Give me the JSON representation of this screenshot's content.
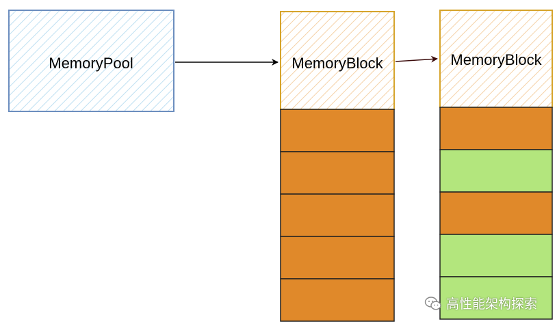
{
  "pool": {
    "label": "MemoryPool",
    "border": "#6c8ebf",
    "hatch": "#bfe0f2"
  },
  "blocks": [
    {
      "label": "MemoryBlock",
      "border": "#d6a42b",
      "hatch": "#f5d2a8",
      "slots": [
        "used",
        "used",
        "used",
        "used",
        "used"
      ]
    },
    {
      "label": "MemoryBlock",
      "border": "#d6a42b",
      "hatch": "#f5d2a8",
      "slots": [
        "used",
        "free",
        "used",
        "free",
        "free"
      ]
    }
  ],
  "colors": {
    "used": "#e0892a",
    "free": "#b3e67d",
    "slot_border": "#222222",
    "arrow": "#000000",
    "arrow2": "#3b0b0b"
  },
  "watermark": {
    "icon": "wechat-icon",
    "text": "高性能架构探索"
  }
}
